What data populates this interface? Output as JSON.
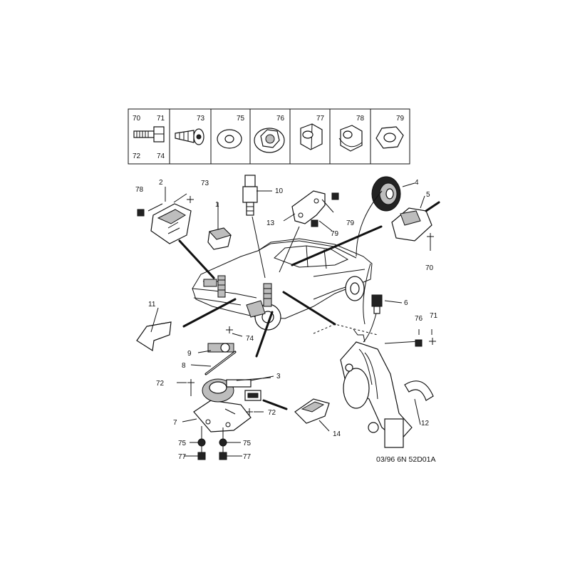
{
  "drawing_ref": "03/96 6N 52D01A",
  "fastener_table": [
    {
      "labels": [
        "70",
        "71",
        "72",
        "74"
      ],
      "icon": "bolt-hex-icon"
    },
    {
      "labels": [
        "73"
      ],
      "icon": "screw-icon"
    },
    {
      "labels": [
        "75"
      ],
      "icon": "washer-icon"
    },
    {
      "labels": [
        "76"
      ],
      "icon": "flange-nut-icon"
    },
    {
      "labels": [
        "77"
      ],
      "icon": "hex-nut-icon"
    },
    {
      "labels": [
        "78"
      ],
      "icon": "dome-nut-icon"
    },
    {
      "labels": [
        "79"
      ],
      "icon": "square-nut-icon"
    }
  ],
  "callouts": {
    "c1": "1",
    "c2": "2",
    "c3": "3",
    "c4": "4",
    "c5": "5",
    "c6": "6",
    "c7": "7",
    "c8": "8",
    "c9": "9",
    "c10": "10",
    "c11": "11",
    "c12": "12",
    "c13": "13",
    "c14": "14",
    "c70": "70",
    "c71": "71",
    "c72a": "72",
    "c72b": "72",
    "c73": "73",
    "c74": "74",
    "c75a": "75",
    "c75b": "75",
    "c76": "76",
    "c77a": "77",
    "c77b": "77",
    "c78": "78",
    "c79a": "79",
    "c79b": "79"
  },
  "colors": {
    "ink": "#111111",
    "paper": "#ffffff",
    "shade": "#bdbdbd"
  }
}
